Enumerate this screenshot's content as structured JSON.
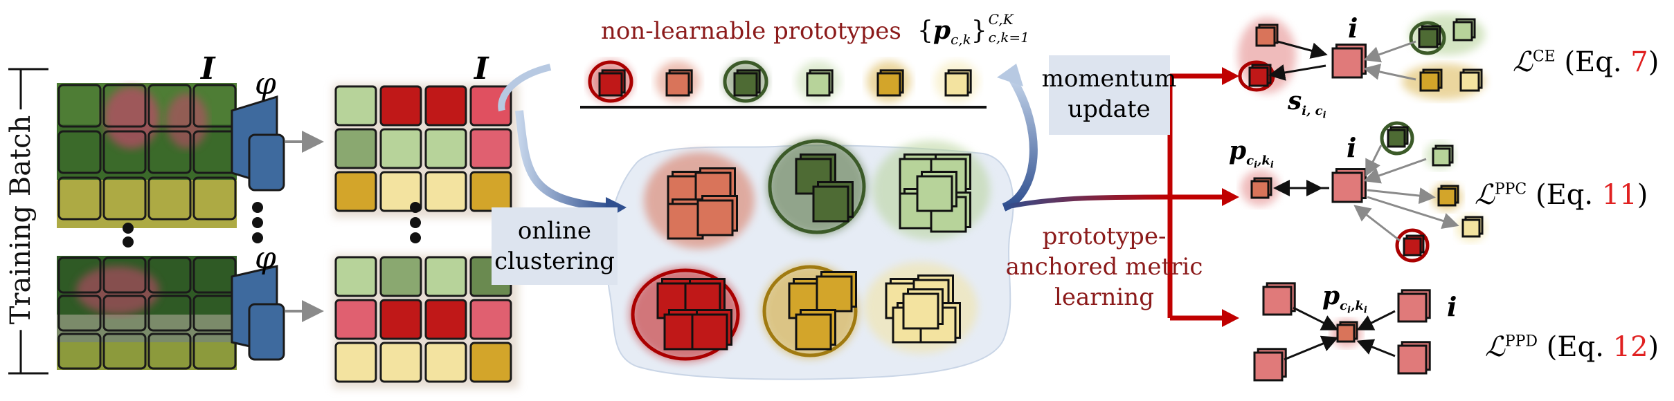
{
  "diagram": {
    "left": {
      "side_label": "Training Batch",
      "image_symbol": "I",
      "encoder_symbol": "φ",
      "output_symbol": "I",
      "ellipsis": "⋮"
    },
    "prototypes": {
      "title": "non-learnable prototypes",
      "set_open": "{",
      "set_var": "p",
      "set_sub": "c,k",
      "set_close": "}",
      "set_sup": "C,K",
      "set_range": "c,k=1"
    },
    "momentum_label_1": "momentum",
    "momentum_label_2": "update",
    "clustering_label_1": "online",
    "clustering_label_2": "clustering",
    "metric_label_1": "prototype-",
    "metric_label_2": "anchored metric",
    "metric_label_3": "learning",
    "losses": [
      {
        "symbol": "ℒ",
        "sup": "CE",
        "eq_prefix": "(Eq. ",
        "eq_num": "7",
        "eq_suffix": ")"
      },
      {
        "symbol": "ℒ",
        "sup": "PPC",
        "eq_prefix": "(Eq. ",
        "eq_num": "11",
        "eq_suffix": ")"
      },
      {
        "symbol": "ℒ",
        "sup": "PPD",
        "eq_prefix": "(Eq. ",
        "eq_num": "12",
        "eq_suffix": ")"
      }
    ],
    "anchor_var": "i",
    "sim_var": "s",
    "sim_sub": "i, c",
    "sim_subsub": "i",
    "proto_var": "p",
    "proto_sub": "c",
    "proto_sub_i": "i",
    "proto_sub_mid": ",k",
    "colors": {
      "class_red": "#c01818",
      "class_salmon": "#d9745a",
      "class_darkgreen": "#4e6b34",
      "class_lightgreen": "#b7d39a",
      "class_gold": "#d3a52a",
      "class_paleyellow": "#f3e3a0",
      "anchor_red": "#e07a7a",
      "arrow_red": "#c00000",
      "arrow_blue": "#2f4f8f",
      "label_red": "#8b1a1a",
      "eq_red": "#e02020",
      "cloud": "#e6ecf5",
      "encoder": "#3e6a9e"
    }
  }
}
